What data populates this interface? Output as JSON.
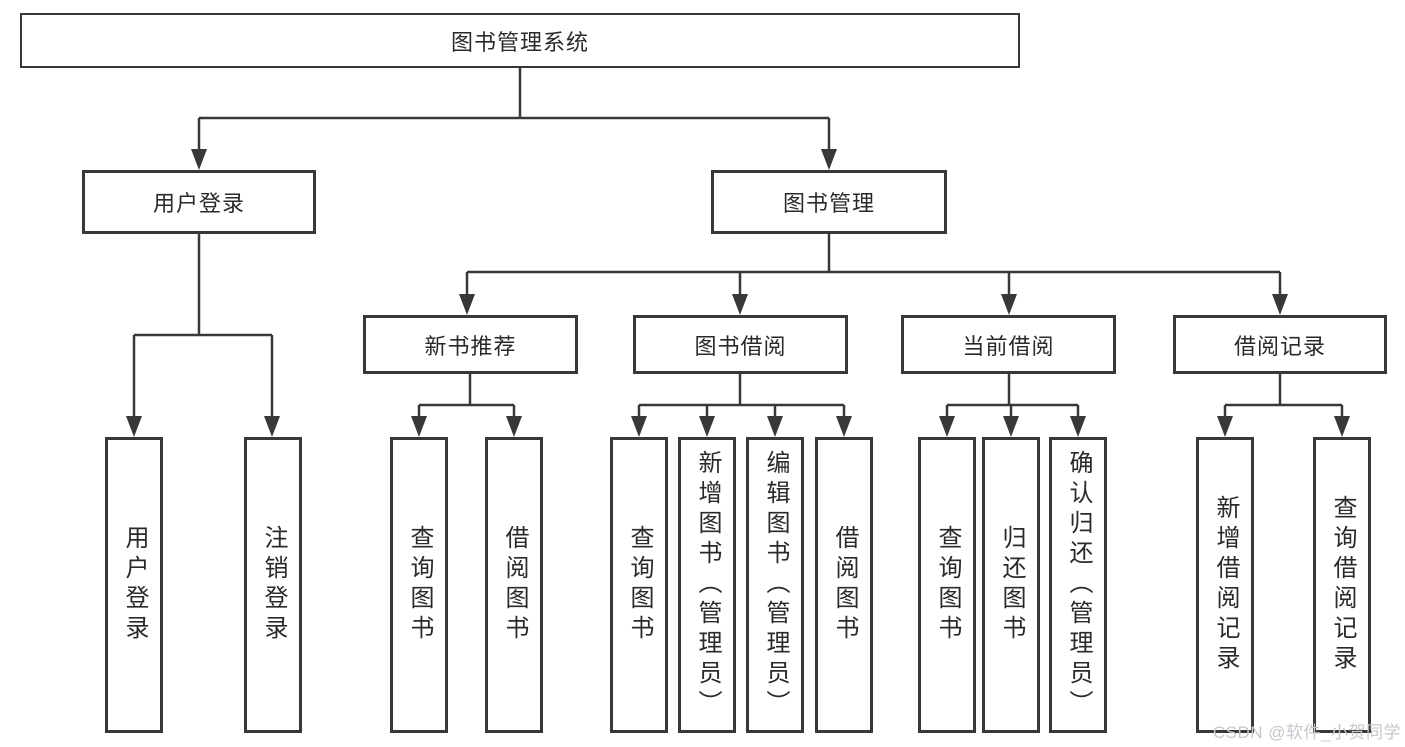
{
  "tree": {
    "root": {
      "label": "图书管理系统"
    },
    "branches": [
      {
        "label": "用户登录",
        "children": [
          {
            "label": "用户登录"
          },
          {
            "label": "注销登录"
          }
        ]
      },
      {
        "label": "图书管理",
        "children": [
          {
            "label": "新书推荐",
            "children": [
              {
                "label": "查询图书"
              },
              {
                "label": "借阅图书"
              }
            ]
          },
          {
            "label": "图书借阅",
            "children": [
              {
                "label": "查询图书"
              },
              {
                "label": "新增图书（管理员）"
              },
              {
                "label": "编辑图书（管理员）"
              },
              {
                "label": "借阅图书"
              }
            ]
          },
          {
            "label": "当前借阅",
            "children": [
              {
                "label": "查询图书"
              },
              {
                "label": "归还图书"
              },
              {
                "label": "确认归还（管理员）"
              }
            ]
          },
          {
            "label": "借阅记录",
            "children": [
              {
                "label": "新增借阅记录"
              },
              {
                "label": "查询借阅记录"
              }
            ]
          }
        ]
      }
    ]
  },
  "watermark": {
    "text": "CSDN @软件_小贺同学"
  },
  "colors": {
    "line": "#383838",
    "box_border": "#383838",
    "text": "#2a2a2a",
    "watermark": "#c4c8cc",
    "background": "#ffffff"
  }
}
